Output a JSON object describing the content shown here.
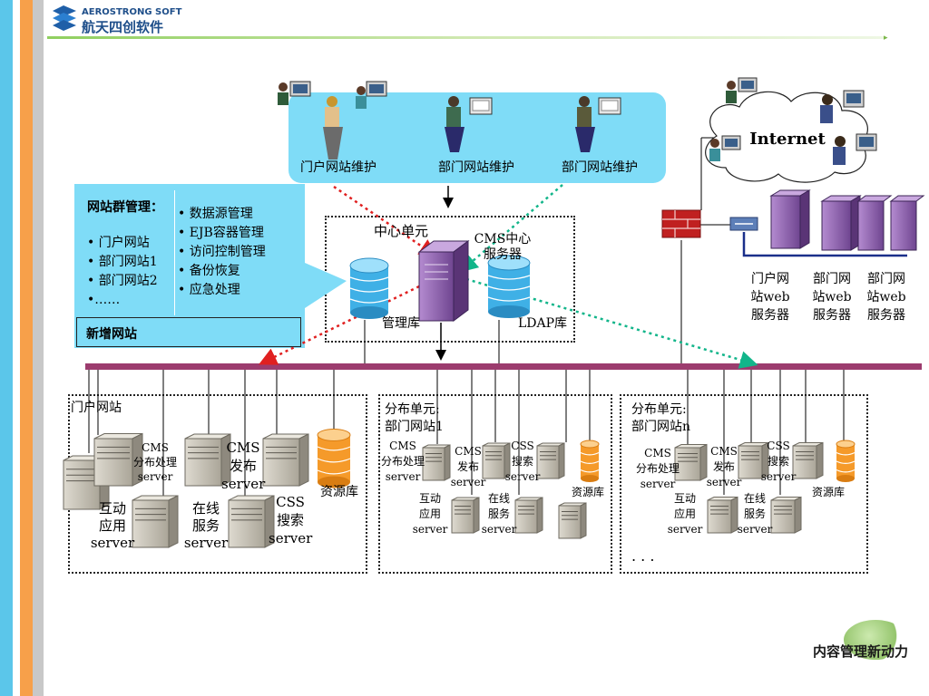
{
  "logo": {
    "line1": "AEROSTRONG SOFT",
    "line2": "航天四创软件"
  },
  "footer": {
    "slogan": "内容管理新动力"
  },
  "users": {
    "labels": [
      "门户网站维护",
      "部门网站维护",
      "部门网站维护"
    ]
  },
  "internet": {
    "label": "Internet"
  },
  "web_servers": {
    "labels": [
      "门户网\n站web\n服务器",
      "部门网\n站web\n服务器",
      "部门网\n站web\n服务器"
    ]
  },
  "site_group": {
    "title": "网站群管理：",
    "sites": [
      "• 门户网站",
      "• 部门网站1",
      "• 部门网站2",
      "•……"
    ],
    "functions": [
      "•  数据源管理",
      "•  EJB容器管理",
      "•  访问控制管理",
      "•  备份恢复",
      "•  应急处理"
    ],
    "new_site": "新增网站"
  },
  "center": {
    "title": "中心单元",
    "cms_server": "CMS中心\n服务器",
    "mgmt_db": "管理库",
    "ldap_db": "LDAP库"
  },
  "portal": {
    "title": "门户网站",
    "cms_dist": "CMS\n分布处理\nserver",
    "cms_pub": "CMS\n发布\nserver",
    "css_search": "CSS\n搜索\nserver",
    "resource": "资源库",
    "interactive": "互动\n应用\nserver",
    "online": "在线\n服务\nserver"
  },
  "dist1": {
    "title": "分布单元:\n部门网站1",
    "cms_dist": "CMS\n分布处理\nserver",
    "cms_pub": "CMS\n发布\nserver",
    "css_search": "CSS\n搜索\nserver",
    "resource": "资源库",
    "interactive": "互动\n应用\nserver",
    "online": "在线\n服务\nserver"
  },
  "distn": {
    "title": "分布单元:\n部门网站n",
    "cms_dist": "CMS\n分布处理\nserver",
    "cms_pub": "CMS\n发布\nserver",
    "css_search": "CSS\n搜索\nserver",
    "resource": "资源库",
    "interactive": "互动\n应用\nserver",
    "online": "在线\n服务\nserver",
    "ellipsis": ". . ."
  },
  "colors": {
    "stripe_blue": "#5bc6ea",
    "stripe_orange": "#f7a04a",
    "stripe_gray": "#bfbfbf",
    "callout": "#7fdcf7",
    "bus": "#9c3c6e",
    "server_purple": "#8a5fa6",
    "db_blue": "#3fb0e6",
    "db_orange": "#f59a2a",
    "arrow_red": "#e02020",
    "arrow_teal": "#12b58a"
  }
}
